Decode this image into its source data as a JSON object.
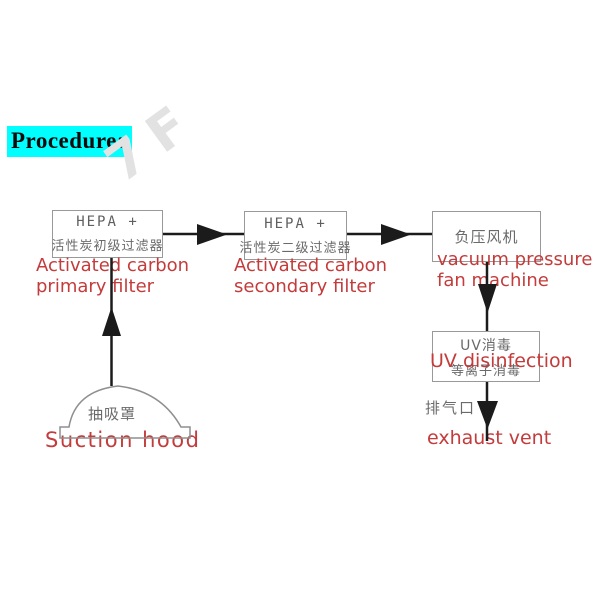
{
  "title": {
    "label": "Procedure:"
  },
  "watermark": {
    "text": "7F"
  },
  "flow": {
    "box1": {
      "title": "HEPA +",
      "subtitle": "活性炭初级过滤器",
      "caption_l1": "Activated carbon",
      "caption_l2": "primary filter"
    },
    "box2": {
      "title": "HEPA +",
      "subtitle": "活性炭二级过滤器",
      "caption_l1": "Activated carbon",
      "caption_l2": "secondary filter"
    },
    "box3": {
      "title": "负压风机",
      "caption_l1": "vacuum pressure",
      "caption_l2": "fan machine"
    },
    "box4": {
      "title": "UV消毒",
      "subtitle": "等离子消毒",
      "caption": "UV disinfection"
    },
    "exhaust": {
      "cn": "排气口",
      "caption": "exhaust vent"
    },
    "hood": {
      "cn": "抽吸罩",
      "caption": "Suction hood"
    }
  },
  "colors": {
    "highlight": "#00ffff",
    "caption_red": "#c43b3b",
    "box_border": "#999999",
    "box_text": "#5f5f5f",
    "cn_text": "#6a6a6a",
    "arrow": "#1b1b1b"
  }
}
